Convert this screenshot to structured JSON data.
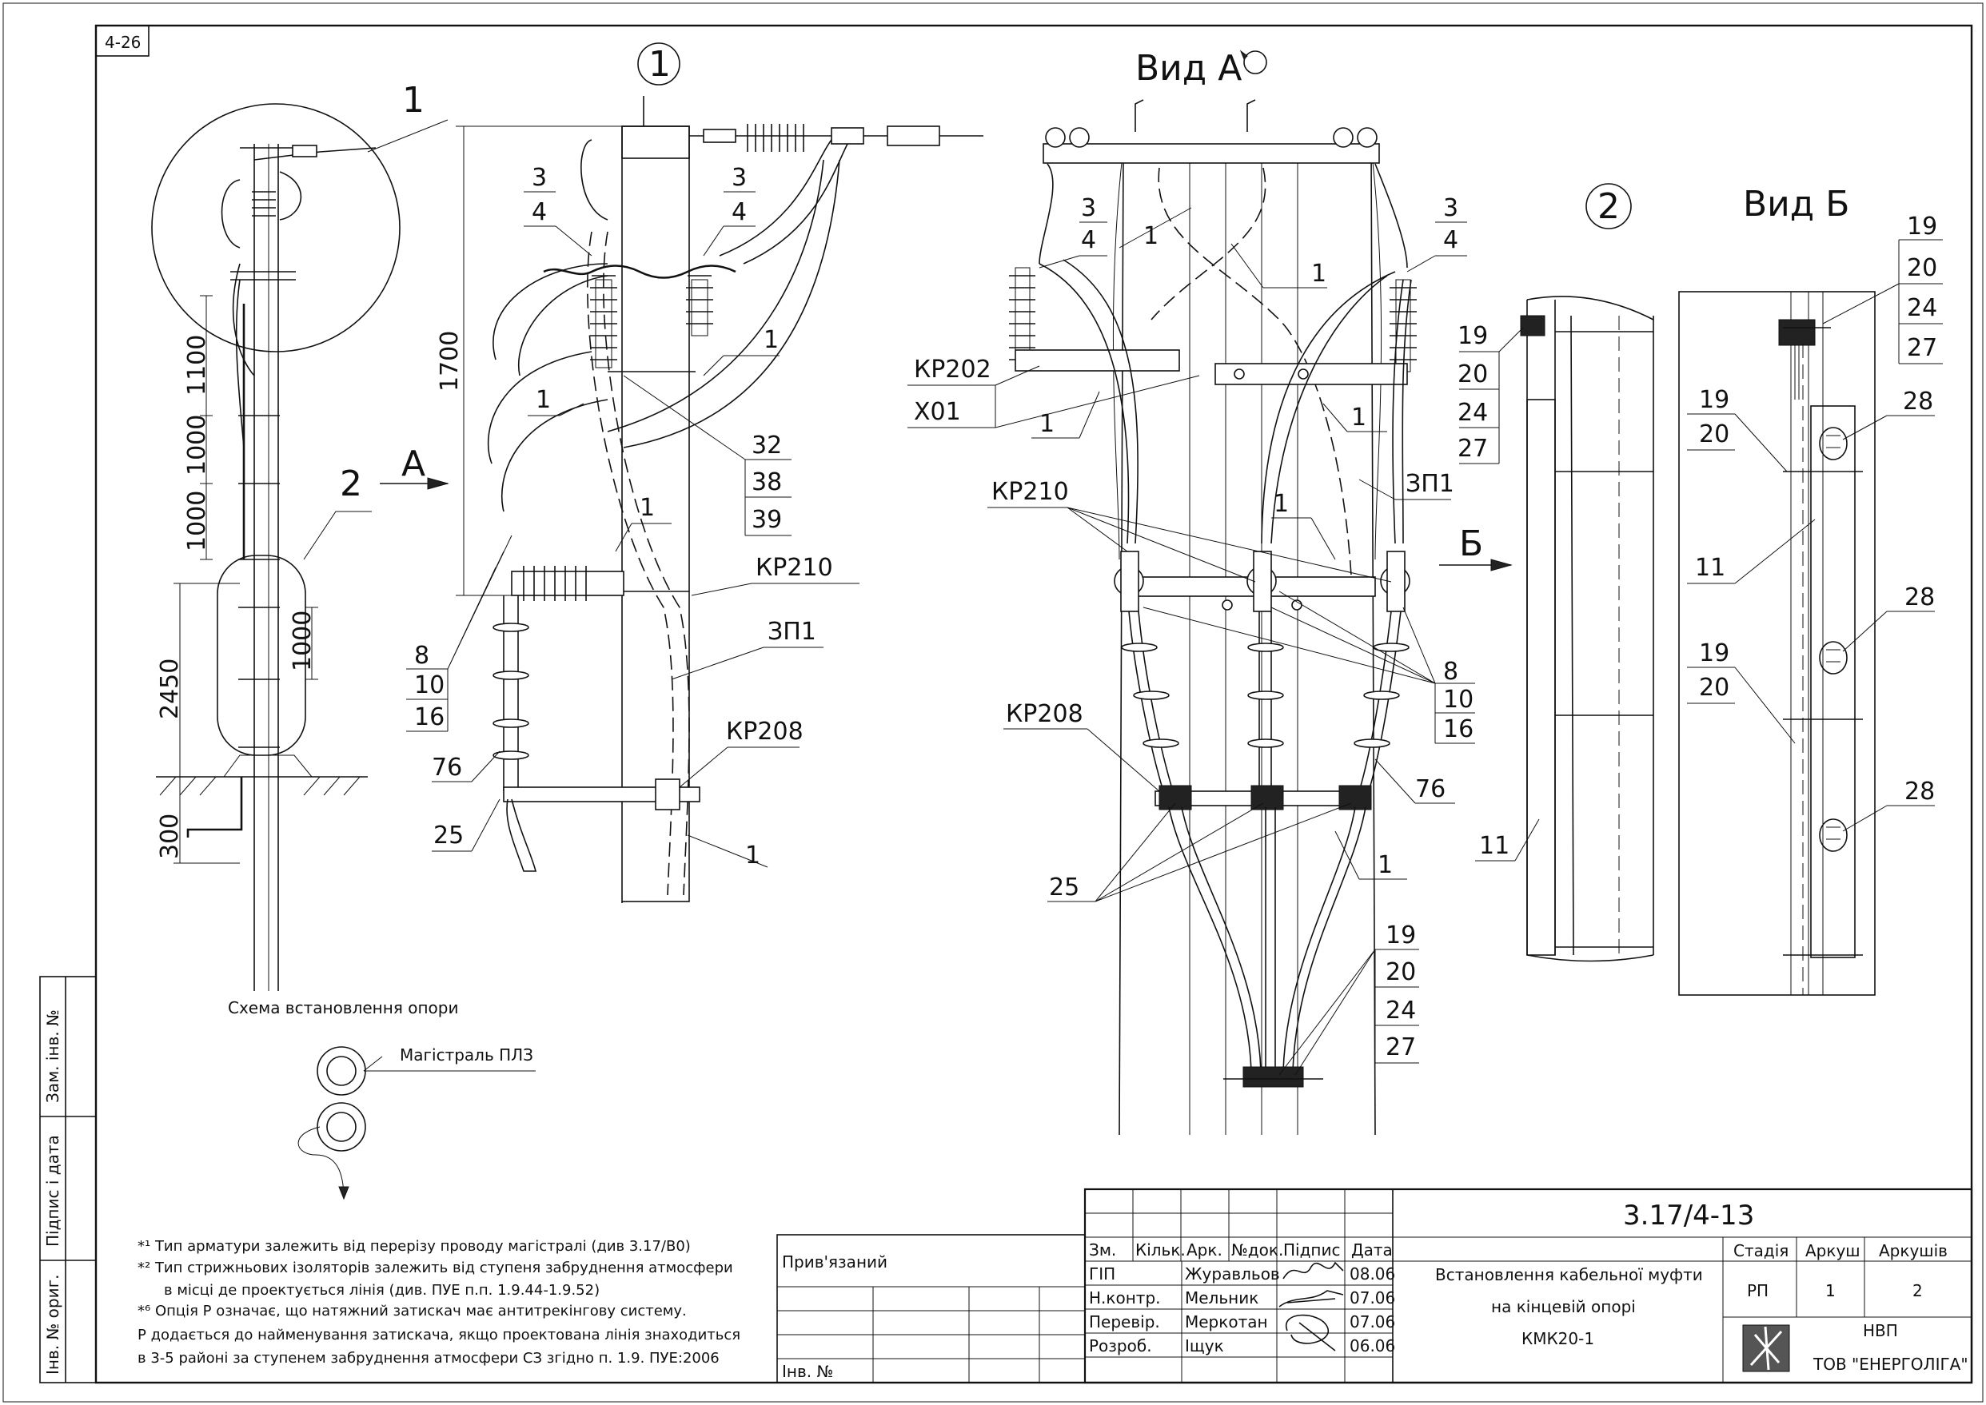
{
  "sheet_code": "4-26",
  "views": {
    "view1": "1",
    "view2": "2",
    "vid_a": "Вид А",
    "vid_b": "Вид Б"
  },
  "dims": {
    "d1100": "1100",
    "d1000a": "1000",
    "d1000b": "1000",
    "d2450": "2450",
    "d300": "300",
    "d1000c": "1000",
    "d1700": "1700"
  },
  "arrows": {
    "a": "А",
    "b": "Б"
  },
  "callouts": {
    "c1": "1",
    "c2": "2",
    "c3": "3",
    "c4": "4",
    "c8": "8",
    "c10": "10",
    "c16": "16",
    "c11": "11",
    "c19": "19",
    "c20": "20",
    "c24": "24",
    "c27": "27",
    "c28": "28",
    "c25": "25",
    "c32": "32",
    "c38": "38",
    "c39": "39",
    "c76": "76",
    "kp210": "КР210",
    "kp208": "КР208",
    "kp202": "КР202",
    "x01": "Х01",
    "zp1": "ЗП1"
  },
  "scheme_caption": "Схема встановлення опори",
  "magistral_label": "Магістраль ПЛЗ",
  "notes": [
    "*¹ Тип арматури залежить від перерізу проводу магістралі (див 3.17/В0)",
    "*² Тип стрижньових ізоляторів залежить від ступеня забруднення атмосфери",
    "в місці де проектується лінія (див. ПУЕ п.п. 1.9.44-1.9.52)",
    "*⁶ Опція Р означає, що натяжний затискач має антитрекінгову систему.",
    "Р додається до найменування затискача, якщо проектована лінія знаходиться",
    "в 3-5 районі за ступенем забруднення атмосфери СЗ згідно п. 1.9. ПУЕ:2006"
  ],
  "left_margin": {
    "zam_inv": "Зам. інв. №",
    "pidpys_data": "Підпис і дата",
    "inv_orig": "Інв. № ориг."
  },
  "title_block": {
    "pryviazanyi": "Прив'язаний",
    "inv_no": "Інв. №",
    "headers": [
      "Зм.",
      "Кільк.",
      "Арк.",
      "№док.",
      "Підпис",
      "Дата"
    ],
    "rows": [
      {
        "role": "ГІП",
        "name": "Журавльов",
        "date": "08.06"
      },
      {
        "role": "Н.контр.",
        "name": "Мельник",
        "date": "07.06"
      },
      {
        "role": "Перевір.",
        "name": "Меркотан",
        "date": "07.06"
      },
      {
        "role": "Розроб.",
        "name": "Іщук",
        "date": "06.06"
      }
    ],
    "doc_code": "3.17/4-13",
    "title_lines": [
      "Встановлення кабельної муфти",
      "на кінцевій опорі",
      "КМК20-1"
    ],
    "stage_h": "Стадія",
    "sheet_h": "Аркуш",
    "sheets_h": "Аркушів",
    "stage": "РП",
    "sheet": "1",
    "sheets": "2",
    "company1": "НВП",
    "company2": "ТОВ \"ЕНЕРГОЛІГА\""
  }
}
